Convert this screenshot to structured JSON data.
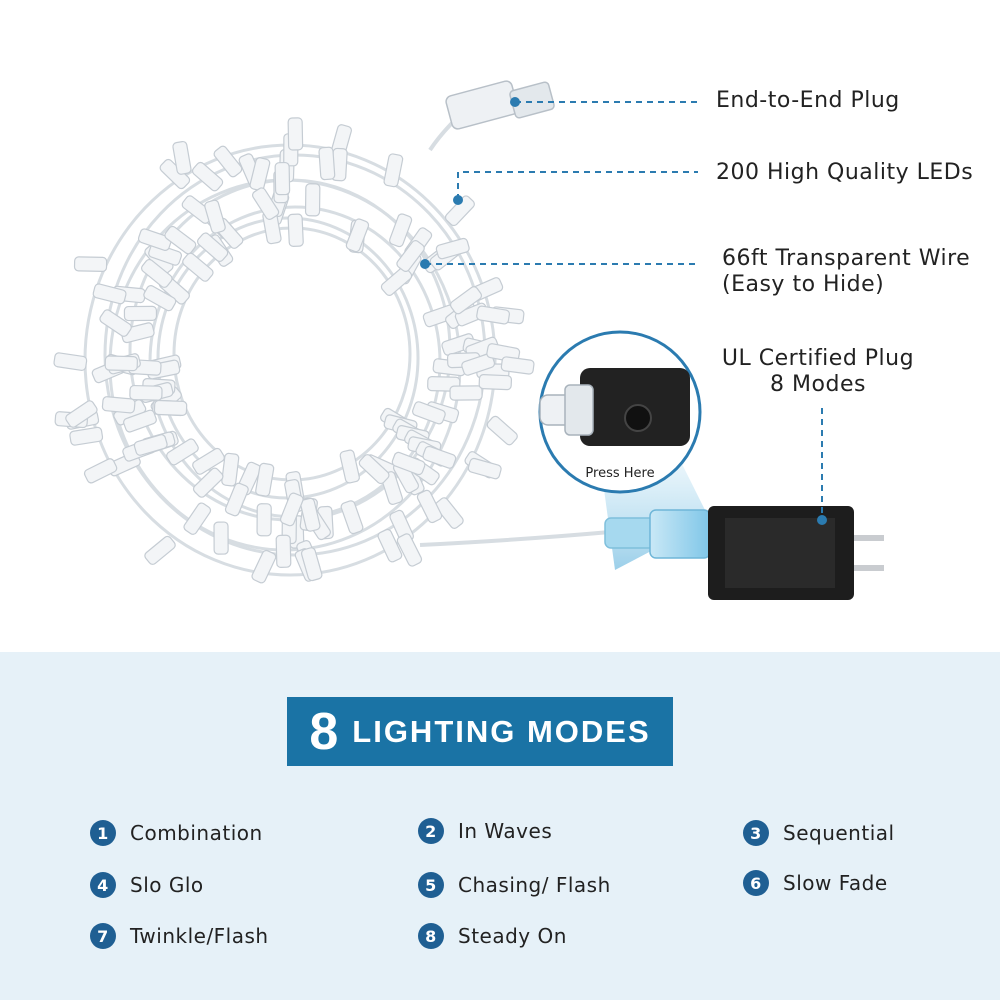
{
  "callouts": {
    "plug": "End-to-End Plug",
    "leds": "200 High Quality LEDs",
    "wire_line1": "66ft Transparent Wire",
    "wire_line2": "(Easy to Hide)",
    "ul_line1": "UL Certified Plug",
    "ul_line2": "8 Modes",
    "press": "Press Here"
  },
  "banner": {
    "number": "8",
    "text": "LIGHTING MODES"
  },
  "modes": [
    {
      "num": "1",
      "label": "Combination"
    },
    {
      "num": "2",
      "label": "In Waves"
    },
    {
      "num": "3",
      "label": "Sequential"
    },
    {
      "num": "4",
      "label": "Slo Glo"
    },
    {
      "num": "5",
      "label": "Chasing/ Flash"
    },
    {
      "num": "6",
      "label": "Slow Fade"
    },
    {
      "num": "7",
      "label": "Twinkle/Flash"
    },
    {
      "num": "8",
      "label": "Steady On"
    }
  ],
  "colors": {
    "accent": "#1a73a5",
    "badge": "#1f5f93",
    "callout_line": "#2b7bb0",
    "lower_panel": "#e6f1f8"
  }
}
